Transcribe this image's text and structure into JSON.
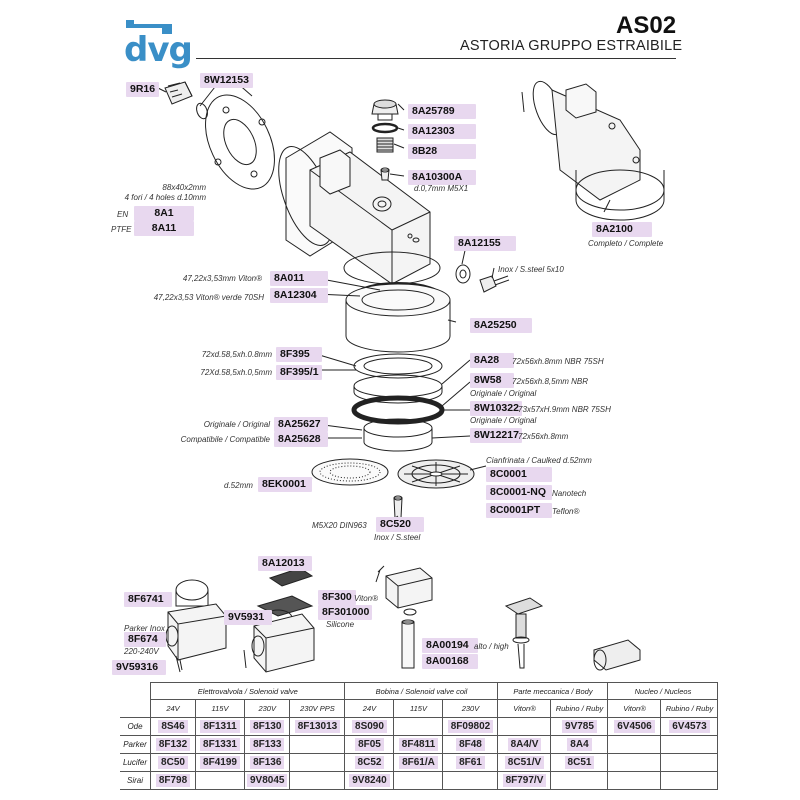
{
  "header": {
    "logo": "dvg",
    "code": "AS02",
    "subtitle": "ASTORIA GRUPPO ESTRAIBILE"
  },
  "parts": {
    "p9R16": "9R16",
    "p8W12153": "8W12153",
    "gasket_note": "88x40x2mm\n4 fori / 4 holes d.10mm",
    "en_label": "EN",
    "p8A1": "8A1",
    "ptfe_label": "PTFE",
    "p8A11": "8A11",
    "p8A25789": "8A25789",
    "p8A12303": "8A12303",
    "p8B28": "8B28",
    "p8A10300A": "8A10300A",
    "p8A10300A_note": "d.0,7mm M5X1",
    "p8A2100": "8A2100",
    "p8A2100_note": "Completo / Complete",
    "p8A12155": "8A12155",
    "inox_note": "Inox / S.steel  5x10",
    "p8A011_note": "47,22x3,53mm Viton®",
    "p8A011": "8A011",
    "p8A12304_note": "47,22x3,53 Viton® verde 70SH",
    "p8A12304": "8A12304",
    "p8A25250": "8A25250",
    "p8F395_note": "72xd.58,5xh.0.8mm",
    "p8F395": "8F395",
    "p8F3951_note": "72Xd.58,5xh.0,5mm",
    "p8F3951": "8F395/1",
    "p8A28": "8A28",
    "p8A28_note": "72x56xh.8mm NBR 75SH",
    "p8W58": "8W58",
    "p8W58_note": "72x56xh.8,5mm NBR",
    "orig_note": "Originale / Original",
    "p8W10322": "8W10322",
    "p8W10322_note": "73x57xH.9mm NBR 75SH",
    "orig_note2": "Originale / Original",
    "p8W12217": "8W12217",
    "p8W12217_note": "72x56xh.8mm",
    "p8A25627_note": "Originale / Original",
    "p8A25627": "8A25627",
    "p8A25628_note": "Compatibile / Compatible",
    "p8A25628": "8A25628",
    "caulked_note": "Cianfrinata / Caulked d.52mm",
    "p8C0001": "8C0001",
    "p8C0001NQ": "8C0001-NQ",
    "nanotech_note": "Nanotech",
    "p8C0001PT": "8C0001PT",
    "teflon_note": "Teflon®",
    "d52_note": "d.52mm",
    "p8EK0001": "8EK0001",
    "m5_note": "M5X20 DIN963",
    "p8C520": "8C520",
    "p8C520_note": "Inox / S.steel",
    "p8A12013": "8A12013",
    "p8F6741": "8F6741",
    "p9V5931": "9V5931",
    "p8F300": "8F300",
    "viton_note": "Viton®",
    "p8F301000": "8F301000",
    "silicone_note": "Silicone",
    "parker_note": "Parker Inox",
    "p8F674": "8F674",
    "volt_note": "220-240V",
    "p9V59316": "9V59316",
    "p8A00194": "8A00194",
    "alto_note": "alto / high",
    "p8A00168": "8A00168"
  },
  "table": {
    "groups": [
      "Elettrovalvola / Solenoid valve",
      "Bobina / Solenoid valve coil",
      "Parte meccanica / Body",
      "Nucleo / Nucleos"
    ],
    "subheads": [
      "24V",
      "115V",
      "230V",
      "230V PPS",
      "24V",
      "115V",
      "230V",
      "Viton®",
      "Rubino / Ruby",
      "Viton®",
      "Rubino / Ruby"
    ],
    "rows": [
      {
        "label": "Ode",
        "cells": [
          "8S46",
          "8F1311",
          "8F130",
          "8F13013",
          "8S090",
          "",
          "8F09802",
          "",
          "9V785",
          "6V4506",
          "6V4573"
        ]
      },
      {
        "label": "Parker",
        "cells": [
          "8F132",
          "8F1331",
          "8F133",
          "",
          "8F05",
          "8F4811",
          "8F48",
          "8A4/V",
          "8A4",
          "",
          ""
        ]
      },
      {
        "label": "Lucifer",
        "cells": [
          "8C50",
          "8F4199",
          "8F136",
          "",
          "8C52",
          "8F61/A",
          "8F61",
          "8C51/V",
          "8C51",
          "",
          ""
        ]
      },
      {
        "label": "Sirai",
        "cells": [
          "8F798",
          "",
          "9V8045",
          "",
          "9V8240",
          "",
          "",
          "8F797/V",
          "",
          "",
          ""
        ]
      }
    ]
  }
}
